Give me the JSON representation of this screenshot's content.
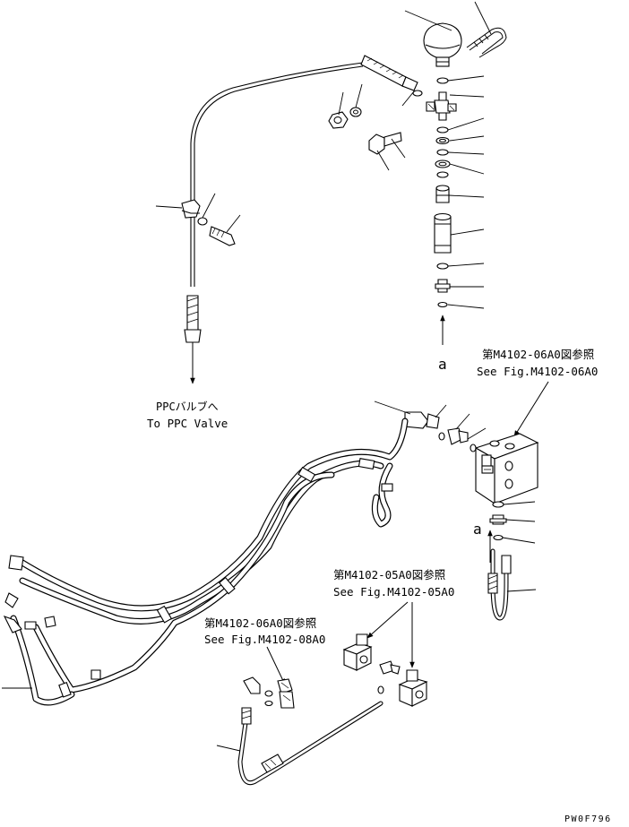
{
  "labels": {
    "ppc_jp": "PPCバルブへ",
    "ppc_en": "To PPC Valve",
    "ref_a_upper": "a",
    "ref_a_lower": "a",
    "ref1_jp": "第M4102-06A0図参照",
    "ref1_en": "See Fig.M4102-06A0",
    "ref2_jp": "第M4102-05A0図参照",
    "ref2_en": "See Fig.M4102-05A0",
    "ref3_jp": "第M4102-06A0図参照",
    "ref3_en": "See Fig.M4102-08A0",
    "drawing_code": "PW0F796"
  }
}
